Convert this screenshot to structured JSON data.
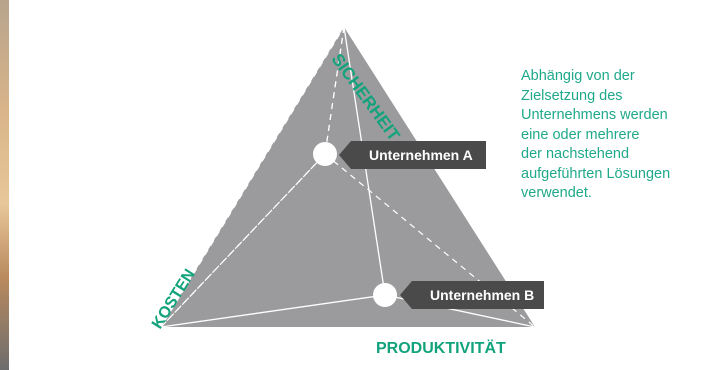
{
  "axes": {
    "top_label": "SICHERHEIT",
    "left_label": "KOSTEN",
    "right_label": "PRODUKTIVITÄT"
  },
  "companies": {
    "a_label": "Unternehmen A",
    "b_label": "Unternehmen B"
  },
  "note": {
    "lines": [
      "Abhängig von der",
      "Zielsetzung des",
      "Unternehmens werden",
      "eine oder mehrere",
      "der nachstehend",
      "aufgeführten Lösungen",
      "verwendet."
    ]
  },
  "colors": {
    "triangle_fill": "#9b9b9d",
    "callout_bg": "#4a4a4a",
    "accent_green": "#12a37c",
    "note_text": "#1fa98a"
  }
}
